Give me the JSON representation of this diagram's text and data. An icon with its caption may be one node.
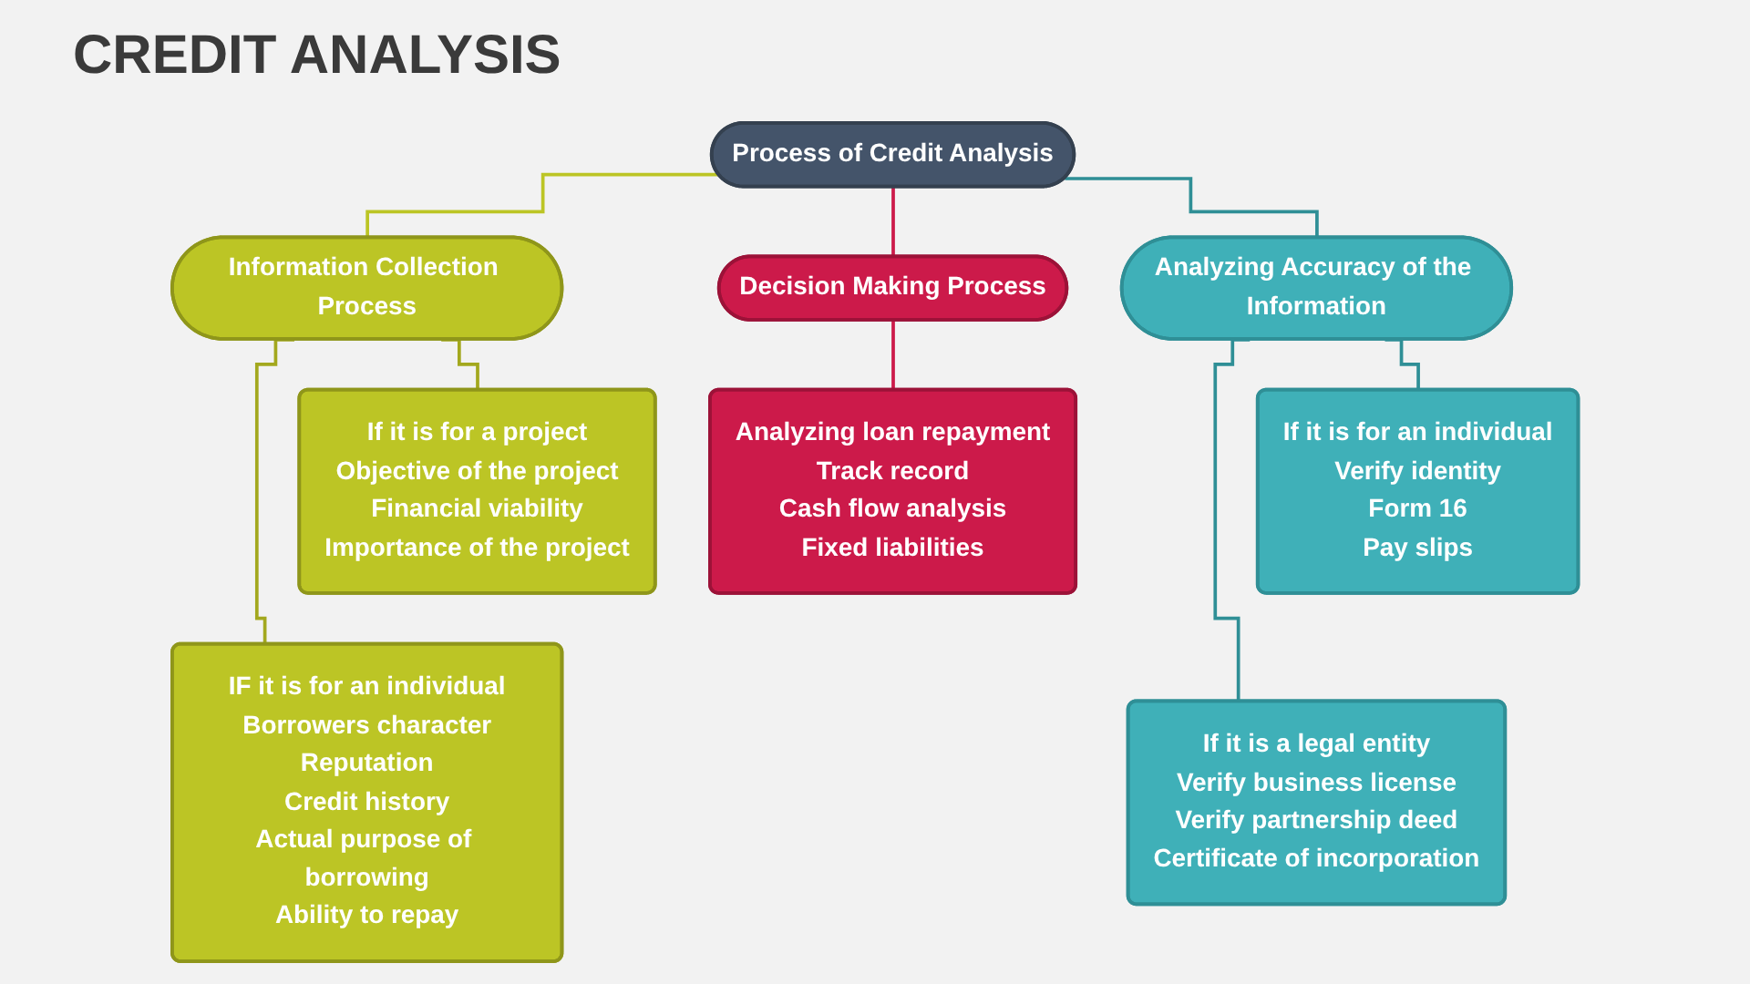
{
  "diagram": {
    "title": "CREDIT ANALYSIS",
    "nodes": [
      {
        "text": [
          "Process of Credit Analysis"
        ]
      },
      {
        "text": [
          "Information Collection Process"
        ]
      },
      {
        "text": [
          "Analyzing Accuracy of the Information"
        ]
      },
      {
        "text": [
          "Decision Making Process"
        ]
      },
      {
        "text": [
          "If it is for a project",
          "Objective of the project",
          "Financial viability",
          "Importance of the project"
        ]
      },
      {
        "text": [
          "IF it is for an individual",
          "Borrowers character",
          "Reputation",
          "Credit history",
          "Actual purpose of borrowing",
          "Ability to repay"
        ]
      },
      {
        "text": [
          "If it is for an individual",
          "Verify identity",
          "Form 16",
          "Pay slips"
        ]
      },
      {
        "text": [
          "If it is a legal entity",
          "Verify business license",
          "Verify partnership deed",
          "Certificate of incorporation"
        ]
      },
      {
        "text": [
          "Analyzing loan repayment",
          "Track record",
          "Cash flow analysis",
          "Fixed liabilities"
        ]
      }
    ],
    "edges": [
      {
        "from": 0,
        "to": 1,
        "arrow": "none",
        "color": "#bcc525"
      },
      {
        "from": 0,
        "to": 2,
        "arrow": "none",
        "color": "#2f8f96"
      },
      {
        "from": 0,
        "to": 3,
        "arrow": "none",
        "color": "#cc1a4a"
      },
      {
        "from": 1,
        "to": 4,
        "arrow": "none",
        "color": "#a3a81e"
      },
      {
        "from": 1,
        "to": 5,
        "arrow": "none",
        "color": "#a3a81e"
      },
      {
        "from": 2,
        "to": 6,
        "arrow": "none",
        "color": "#2f8f96"
      },
      {
        "from": 2,
        "to": 7,
        "arrow": "none",
        "color": "#2f8f96"
      },
      {
        "from": 3,
        "to": 8,
        "arrow": "none",
        "color": "#cc1a4a"
      }
    ]
  }
}
